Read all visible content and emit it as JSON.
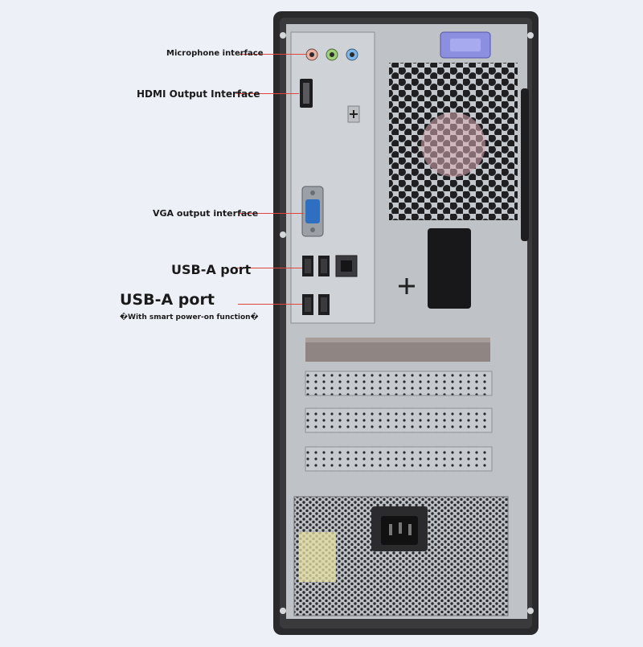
{
  "callouts": {
    "microphone": "Microphone interface",
    "hdmi": "HDMI Output Interface",
    "vga": "VGA output interface",
    "usb_a_1": "USB-A port",
    "usb_a_2": "USB-A port",
    "usb_a_2_note": "�With smart power-on function�"
  },
  "colors": {
    "background": "#eef0f8",
    "callout_line": "#e0443a",
    "chassis": "#2a2a2c",
    "panel": "#bfc2c6",
    "release_latch": "#8c8ee0"
  }
}
